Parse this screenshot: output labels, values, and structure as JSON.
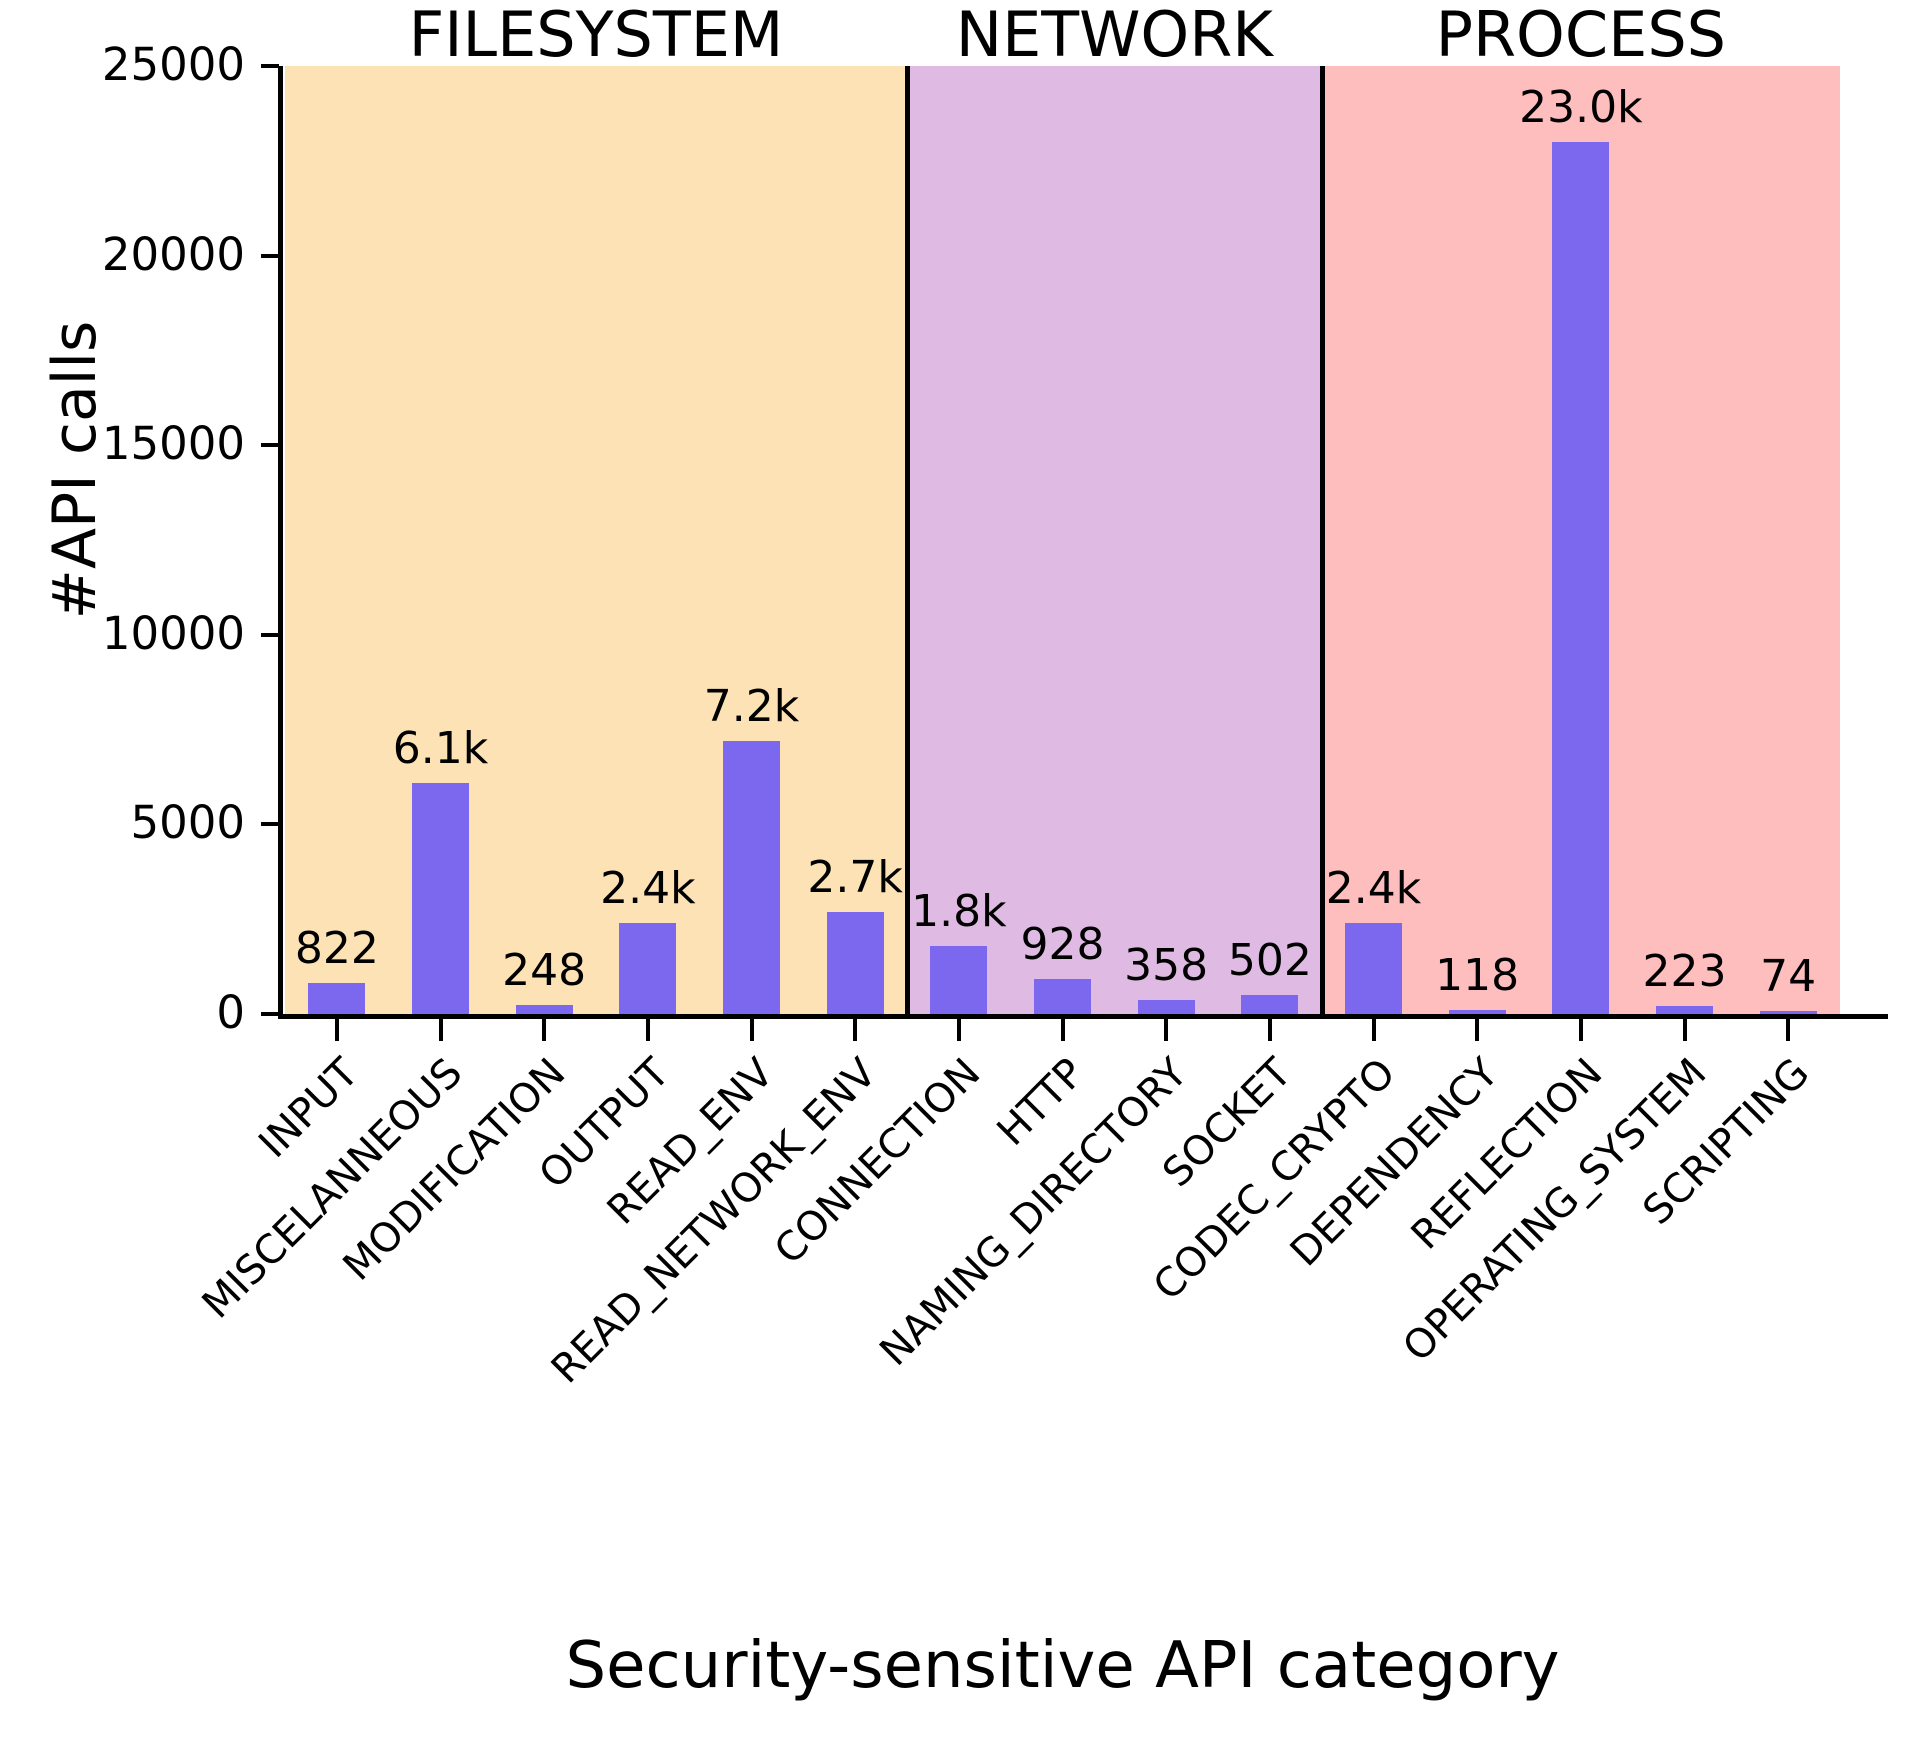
{
  "chart_data": {
    "type": "bar",
    "title": "",
    "xlabel": "Security-sensitive API category",
    "ylabel": "#API calls",
    "ylim": [
      0,
      25000
    ],
    "yticks": [
      0,
      5000,
      10000,
      15000,
      20000,
      25000
    ],
    "ytick_labels": [
      "0",
      "5000",
      "10000",
      "15000",
      "20000",
      "25000"
    ],
    "grid": false,
    "legend": "none",
    "bar_color": "#7B68EE",
    "categories": [
      "INPUT",
      "MISCELANNEOUS",
      "MODIFICATION",
      "OUTPUT",
      "READ_ENV",
      "READ_NETWORK_ENV",
      "CONNECTION",
      "HTTP",
      "NAMING_DIRECTORY",
      "SOCKET",
      "CODEC_CRYPTO",
      "DEPENDENCY",
      "REFLECTION",
      "OPERATING_SYSTEM",
      "SCRIPTING"
    ],
    "values": [
      822,
      6100,
      248,
      2400,
      7200,
      2700,
      1800,
      928,
      358,
      502,
      2400,
      118,
      23000,
      223,
      74
    ],
    "value_labels": [
      "822",
      "6.1k",
      "248",
      "2.4k",
      "7.2k",
      "2.7k",
      "1.8k",
      "928",
      "358",
      "502",
      "2.4k",
      "118",
      "23.0k",
      "223",
      "74"
    ],
    "groups": [
      {
        "name": "FILESYSTEM",
        "color": "#FCE2B4",
        "start_index": 0,
        "end_index": 5
      },
      {
        "name": "NETWORK",
        "color": "#DFBBE3",
        "start_index": 6,
        "end_index": 9
      },
      {
        "name": "PROCESS",
        "color": "#FFBEBE",
        "start_index": 10,
        "end_index": 14
      }
    ]
  }
}
